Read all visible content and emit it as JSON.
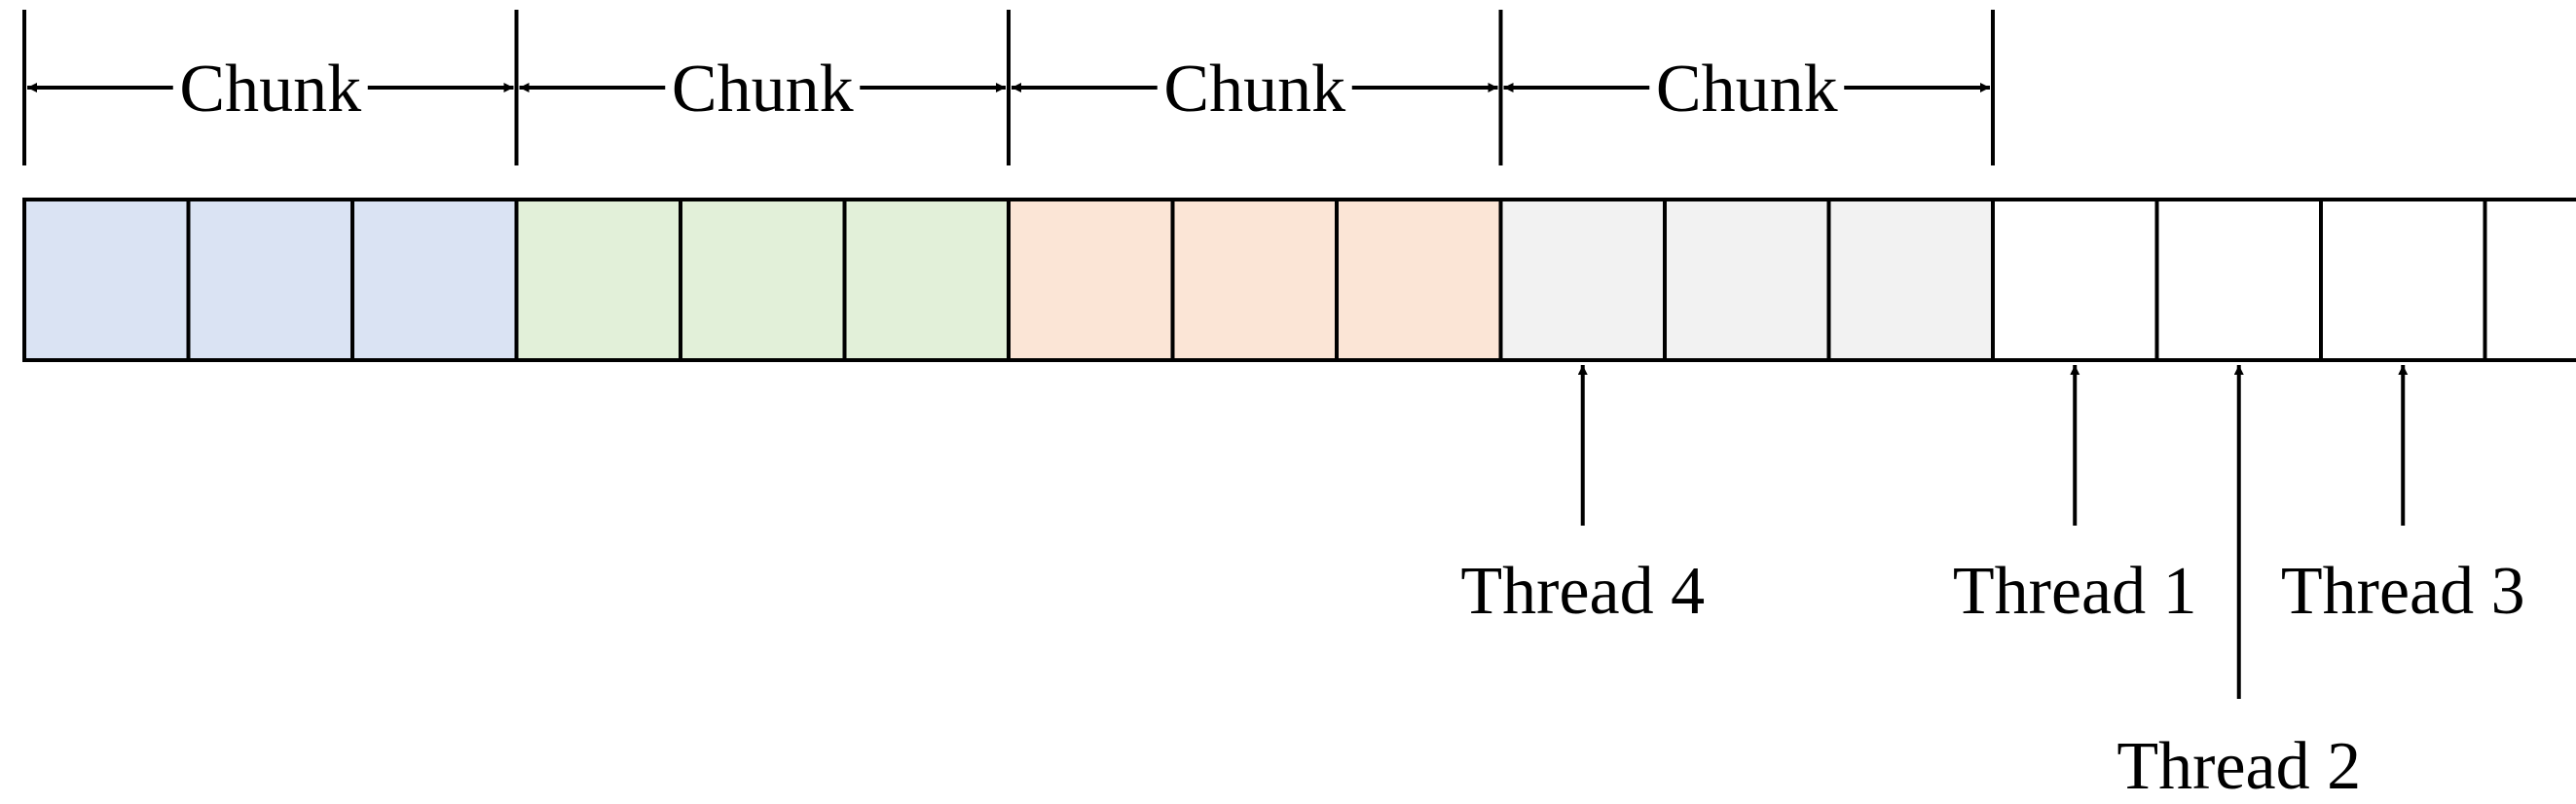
{
  "chunks": [
    {
      "label": "Chunk",
      "cells": 3,
      "color": "#dae3f3"
    },
    {
      "label": "Chunk",
      "cells": 3,
      "color": "#e2f0d9"
    },
    {
      "label": "Chunk",
      "cells": 3,
      "color": "#fbe5d6"
    },
    {
      "label": "Chunk",
      "cells": 3,
      "color": "#f2f2f2"
    }
  ],
  "unassigned_cells": 4,
  "unassigned_color": "#ffffff",
  "threads": [
    {
      "label": "Thread 4",
      "cell": 9
    },
    {
      "label": "Thread 1",
      "cell": 12
    },
    {
      "label": "Thread 2",
      "cell": 13
    },
    {
      "label": "Thread 3",
      "cell": 14
    }
  ],
  "colors": {
    "stroke": "#000000"
  }
}
